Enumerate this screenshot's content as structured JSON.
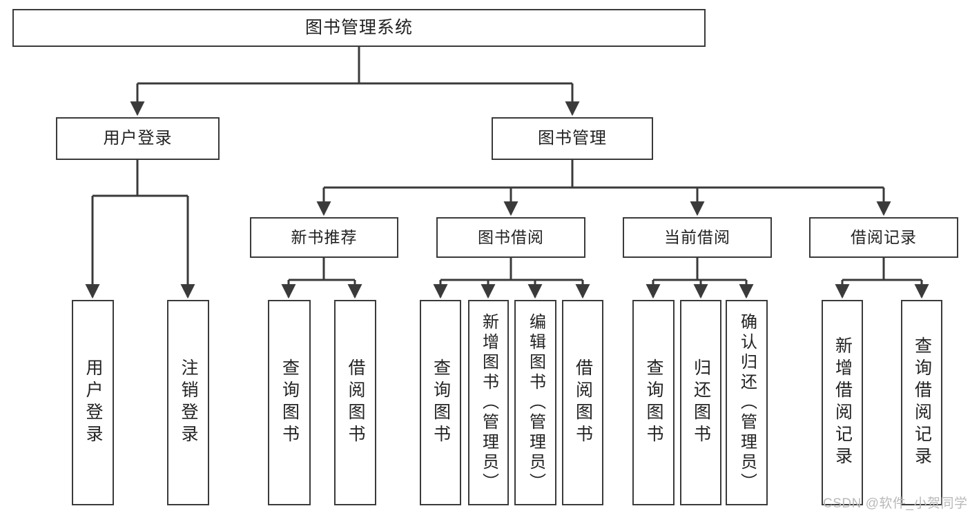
{
  "diagram": {
    "title": "图书管理系统",
    "type": "tree-hierarchy-diagram",
    "background_color": "#ffffff",
    "line_color": "#3a3a3a",
    "text_color": "#222222",
    "root": {
      "label": "图书管理系统"
    },
    "level2": [
      {
        "label": "用户登录"
      },
      {
        "label": "图书管理"
      }
    ],
    "level3": [
      {
        "label": "新书推荐"
      },
      {
        "label": "图书借阅"
      },
      {
        "label": "当前借阅"
      },
      {
        "label": "借阅记录"
      }
    ],
    "leaves": [
      {
        "label": "用户登录",
        "parent": "用户登录"
      },
      {
        "label": "注销登录",
        "parent": "用户登录"
      },
      {
        "label": "查询图书",
        "parent": "新书推荐"
      },
      {
        "label": "借阅图书",
        "parent": "新书推荐"
      },
      {
        "label": "查询图书",
        "parent": "图书借阅"
      },
      {
        "label": "新增图书（管理员）",
        "parent": "图书借阅"
      },
      {
        "label": "编辑图书（管理员）",
        "parent": "图书借阅"
      },
      {
        "label": "借阅图书",
        "parent": "图书借阅"
      },
      {
        "label": "查询图书",
        "parent": "当前借阅"
      },
      {
        "label": "归还图书",
        "parent": "当前借阅"
      },
      {
        "label": "确认归还（管理员）",
        "parent": "当前借阅"
      },
      {
        "label": "新增借阅记录",
        "parent": "借阅记录"
      },
      {
        "label": "查询借阅记录",
        "parent": "借阅记录"
      }
    ]
  },
  "watermark": {
    "text": "CSDN @软件_小贺同学",
    "color": "#b9b9b9"
  }
}
